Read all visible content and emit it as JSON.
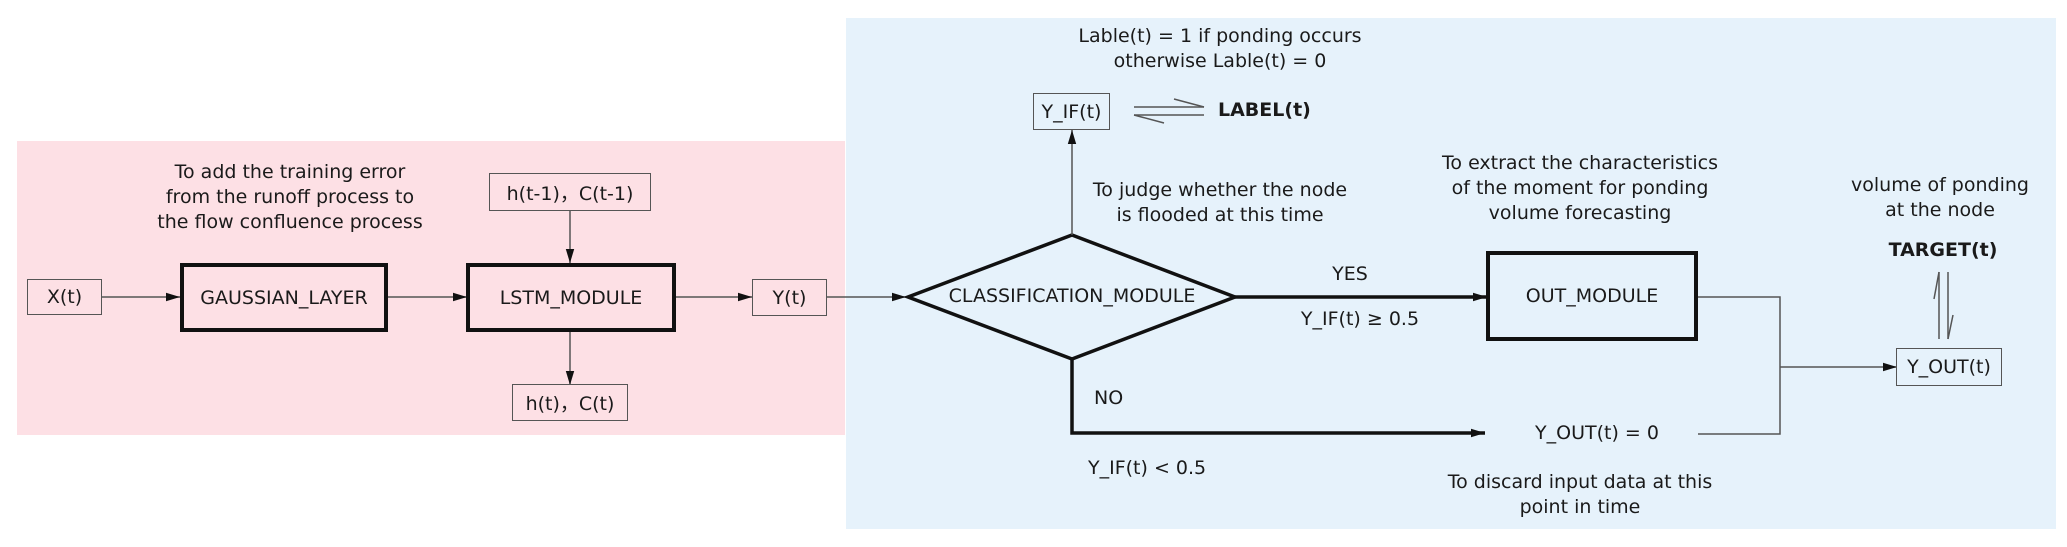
{
  "regions": {
    "runoff_color": "#fde0e5",
    "confluence_color": "#e6f2fb"
  },
  "nodes": {
    "x_input": "X(t)",
    "gaussian_layer": "GAUSSIAN_LAYER",
    "lstm_module": "LSTM_MODULE",
    "hidden_prev": "h(t-1)，C(t-1)",
    "hidden_next": "h(t)，C(t)",
    "y_output": "Y(t)",
    "classification_module": "CLASSIFICATION_MODULE",
    "y_if": "Y_IF(t)",
    "label": "LABEL(t)",
    "out_module": "OUT_MODULE",
    "y_out_zero": "Y_OUT(t) = 0",
    "y_out": "Y_OUT(t)",
    "target": "TARGET(t)"
  },
  "annotations": {
    "gaussian_note": [
      "To add the training error",
      "from the runoff process to",
      "the flow confluence process"
    ],
    "label_rule": [
      "Lable(t) = 1 if ponding occurs",
      "otherwise Lable(t) = 0"
    ],
    "classification_note": [
      "To judge whether the node",
      "is flooded at this time"
    ],
    "out_note": [
      "To extract the characteristics",
      "of the moment for ponding",
      "volume forecasting"
    ],
    "target_note": [
      "volume of ponding",
      "at the node"
    ],
    "discard_note": [
      "To discard input data at this",
      "point in time"
    ]
  },
  "branches": {
    "yes_label": "YES",
    "yes_condition": "Y_IF(t) ≥ 0.5",
    "no_label": "NO",
    "no_condition": "Y_IF(t) < 0.5"
  }
}
